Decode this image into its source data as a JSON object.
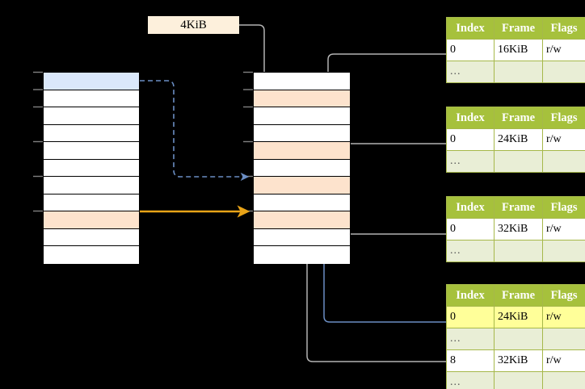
{
  "diagram": {
    "title": "page-table-walk-diagram",
    "size_label": "4KiB",
    "colors": {
      "background": "#000000",
      "table_header_green": "#a6c13c",
      "table_ellipsis_green": "#e9eed6",
      "highlight_yellow": "#ffff99",
      "row_peach": "#fde3cd",
      "row_blue": "#dae8fb",
      "arrow_orange": "#e8a317",
      "arrow_blue": "#6b8ec4",
      "arrow_gray": "#b3b3b3",
      "label_cream": "#fdf0dc"
    }
  },
  "left_column": {
    "name": "virtual-address-column",
    "row_count": 11,
    "rows": [
      {
        "label": "",
        "fill": "blue"
      },
      {
        "label": "",
        "fill": "white"
      },
      {
        "label": "",
        "fill": "white"
      },
      {
        "label": "",
        "fill": "white"
      },
      {
        "label": "",
        "fill": "white"
      },
      {
        "label": "",
        "fill": "white"
      },
      {
        "label": "",
        "fill": "white"
      },
      {
        "label": "",
        "fill": "white"
      },
      {
        "label": "",
        "fill": "peach"
      },
      {
        "label": "",
        "fill": "white"
      },
      {
        "label": "",
        "fill": "white"
      }
    ]
  },
  "middle_column": {
    "name": "physical-memory-column",
    "row_count": 11,
    "rows": [
      {
        "label": "",
        "fill": "white"
      },
      {
        "label": "",
        "fill": "peach"
      },
      {
        "label": "",
        "fill": "white"
      },
      {
        "label": "",
        "fill": "white"
      },
      {
        "label": "",
        "fill": "peach"
      },
      {
        "label": "",
        "fill": "white"
      },
      {
        "label": "",
        "fill": "peach"
      },
      {
        "label": "",
        "fill": "white"
      },
      {
        "label": "",
        "fill": "peach"
      },
      {
        "label": "",
        "fill": "white"
      },
      {
        "label": "",
        "fill": "white"
      }
    ]
  },
  "tables": [
    {
      "name": "page-table-level-1",
      "headers": [
        "Index",
        "Frame",
        "Flags"
      ],
      "rows": [
        {
          "type": "data",
          "cells": [
            "0",
            "16KiB",
            "r/w"
          ],
          "highlight": [
            false,
            false,
            false
          ]
        },
        {
          "type": "ellipsis",
          "cells": [
            "...",
            "",
            ""
          ],
          "highlight": [
            false,
            false,
            false
          ]
        }
      ]
    },
    {
      "name": "page-table-level-2",
      "headers": [
        "Index",
        "Frame",
        "Flags"
      ],
      "rows": [
        {
          "type": "data",
          "cells": [
            "0",
            "24KiB",
            "r/w"
          ],
          "highlight": [
            false,
            false,
            false
          ]
        },
        {
          "type": "ellipsis",
          "cells": [
            "...",
            "",
            ""
          ],
          "highlight": [
            false,
            false,
            false
          ]
        }
      ]
    },
    {
      "name": "page-table-level-3",
      "headers": [
        "Index",
        "Frame",
        "Flags"
      ],
      "rows": [
        {
          "type": "data",
          "cells": [
            "0",
            "32KiB",
            "r/w"
          ],
          "highlight": [
            false,
            false,
            false
          ]
        },
        {
          "type": "ellipsis",
          "cells": [
            "...",
            "",
            ""
          ],
          "highlight": [
            false,
            false,
            false
          ]
        }
      ]
    },
    {
      "name": "page-table-level-4",
      "headers": [
        "Index",
        "Frame",
        "Flags"
      ],
      "rows": [
        {
          "type": "data",
          "cells": [
            "0",
            "24KiB",
            "r/w"
          ],
          "highlight": [
            true,
            true,
            true
          ]
        },
        {
          "type": "ellipsis",
          "cells": [
            "...",
            "",
            ""
          ],
          "highlight": [
            false,
            false,
            false
          ]
        },
        {
          "type": "data",
          "cells": [
            "8",
            "32KiB",
            "r/w"
          ],
          "highlight": [
            false,
            false,
            false
          ]
        },
        {
          "type": "ellipsis",
          "cells": [
            "...",
            "",
            ""
          ],
          "highlight": [
            false,
            false,
            false
          ]
        }
      ]
    }
  ]
}
